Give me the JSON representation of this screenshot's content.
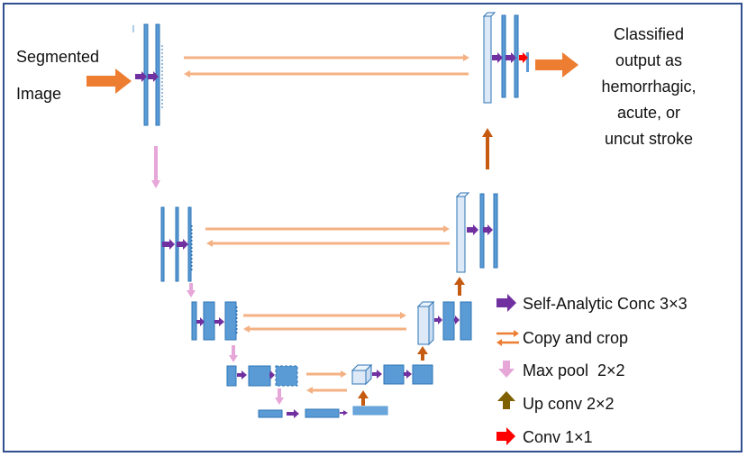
{
  "input_label": [
    "Segmented",
    "Image"
  ],
  "output_label": [
    "Classified",
    "output as",
    "hemorrhagic,",
    "acute, or",
    "uncut stroke"
  ],
  "legend": [
    {
      "label": "Self-Analytic Conc 3×3",
      "icon": "arrow-right-icon",
      "color": "#7030a0"
    },
    {
      "label": "Copy and crop",
      "icon": "copy-crop-icon",
      "color": "#ed7d31"
    },
    {
      "label": "Max pool  2×2",
      "icon": "arrow-down-icon",
      "color": "#e6a6d8"
    },
    {
      "label": "Up conv 2×2",
      "icon": "arrow-up-icon",
      "color": "#7f6000"
    },
    {
      "label": "Conv 1×1",
      "icon": "arrow-right-icon",
      "color": "#ff0000"
    }
  ],
  "colors": {
    "feature_map": "#5b9bd5",
    "feature_map_border": "#2e75b6",
    "upsampled_map": "#dde9f7",
    "conc_arrow": "#7030a0",
    "copy_arrow": "#f4b183",
    "pool_arrow": "#e6a6d8",
    "upconv_arrow": "#c55a11",
    "conv1x1_arrow": "#ff0000",
    "io_arrow": "#ed7d31",
    "frame": "#2f4f8f"
  }
}
